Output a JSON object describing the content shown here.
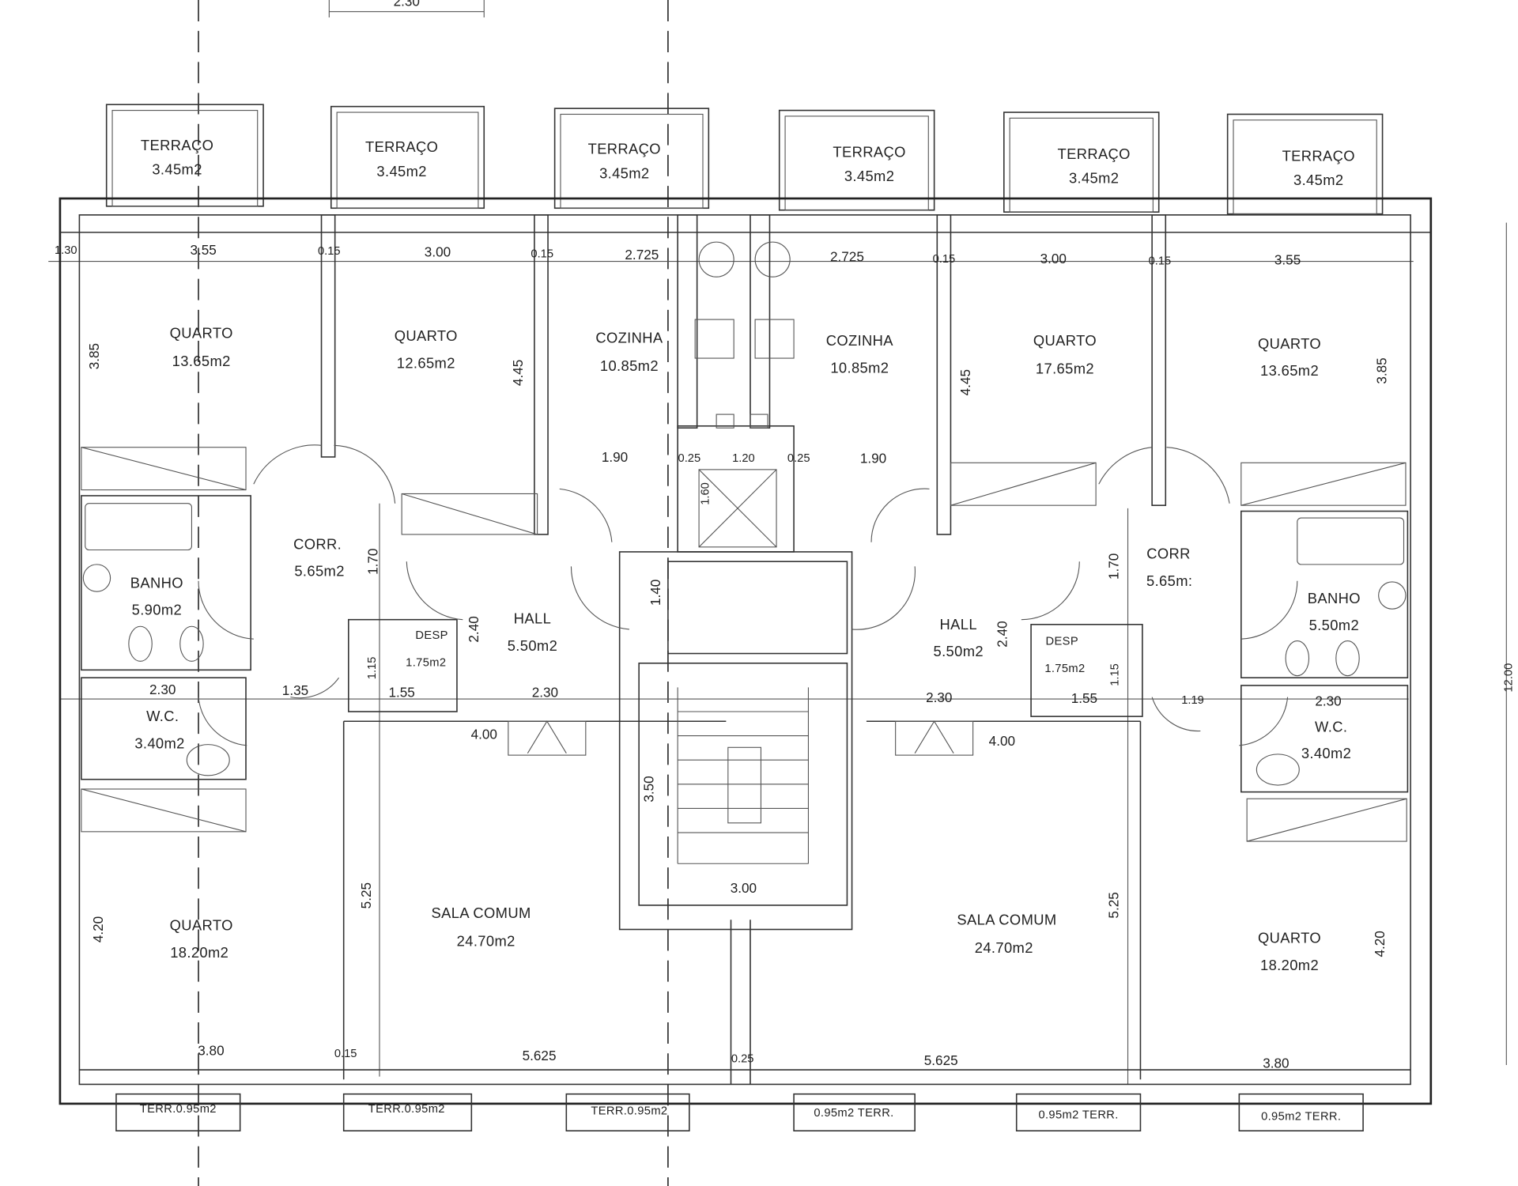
{
  "plan": {
    "rooms": {
      "terraco_label": "TERRAÇO",
      "terraco_area": "3.45m2",
      "quarto_label": "QUARTO",
      "quarto_a_area": "13.65m2",
      "quarto_b_area": "12.65m2",
      "quarto_c_area": "17.65m2",
      "quarto_d_area": "18.20m2",
      "cozinha_label": "COZINHA",
      "cozinha_area": "10.85m2",
      "corr_left_label": "CORR.",
      "corr_right_label": "CORR",
      "corr_area": "5.65m2",
      "corr_right_area": "5.65m:",
      "banho_label": "BANHO",
      "banho_left_area": "5.90m2",
      "banho_right_area": "5.50m2",
      "hall_label": "HALL",
      "hall_area": "5.50m2",
      "desp_label": "DESP",
      "desp_area": "1.75m2",
      "wc_label": "W.C.",
      "wc_area": "3.40m2",
      "sala_label": "SALA COMUM",
      "sala_area": "24.70m2",
      "terr_small_left": "TERR.0.95m2",
      "terr_small_right": "0.95m2 TERR."
    },
    "dimensions": {
      "d_3_55": "3.55",
      "d_3_00": "3.00",
      "d_2_725": "2.725",
      "d_3_85": "3.85",
      "d_4_45": "4.45",
      "d_1_90": "1.90",
      "d_1_70": "1.70",
      "d_1_40": "1.40",
      "d_2_40": "2.40",
      "d_1_15": "1.15",
      "d_2_30": "2.30",
      "d_1_35": "1.35",
      "d_1_55": "1.55",
      "d_1_19": "1.19",
      "d_4_00": "4.00",
      "d_5_25": "5.25",
      "d_4_20": "4.20",
      "d_3_80": "3.80",
      "d_5_625": "5.625",
      "d_0_15": "0.15",
      "d_0_25": "0.25",
      "d_1_30": "1.30",
      "d_1_20": "1.20",
      "d_1_60": "1.60",
      "d_3_50": "3.50",
      "d_12_00": "12.00"
    }
  }
}
